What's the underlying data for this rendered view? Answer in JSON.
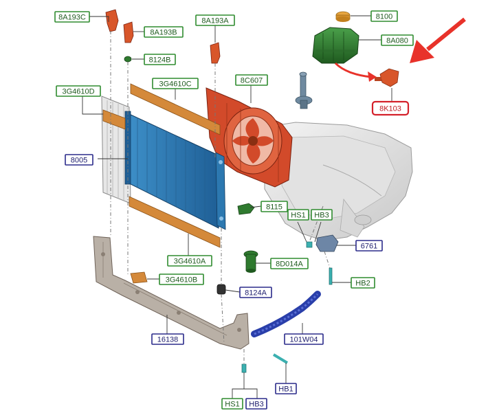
{
  "labels": [
    {
      "id": "8A193C",
      "text": "8A193C",
      "color": "green"
    },
    {
      "id": "8A193B",
      "text": "8A193B",
      "color": "green"
    },
    {
      "id": "8124B",
      "text": "8124B",
      "color": "green"
    },
    {
      "id": "8A193A",
      "text": "8A193A",
      "color": "green"
    },
    {
      "id": "8100",
      "text": "8100",
      "color": "green"
    },
    {
      "id": "8A080",
      "text": "8A080",
      "color": "green"
    },
    {
      "id": "3G4610D",
      "text": "3G4610D",
      "color": "green"
    },
    {
      "id": "3G4610C",
      "text": "3G4610C",
      "color": "green"
    },
    {
      "id": "8C607",
      "text": "8C607",
      "color": "green"
    },
    {
      "id": "8K103",
      "text": "8K103",
      "color": "red"
    },
    {
      "id": "8005",
      "text": "8005",
      "color": "blue"
    },
    {
      "id": "8115",
      "text": "8115",
      "color": "green"
    },
    {
      "id": "HS1_top",
      "text": "HS1",
      "color": "green"
    },
    {
      "id": "HB3_top",
      "text": "HB3",
      "color": "green"
    },
    {
      "id": "6761",
      "text": "6761",
      "color": "blue"
    },
    {
      "id": "3G4610A",
      "text": "3G4610A",
      "color": "green"
    },
    {
      "id": "8D014A",
      "text": "8D014A",
      "color": "green"
    },
    {
      "id": "3G4610B",
      "text": "3G4610B",
      "color": "green"
    },
    {
      "id": "HB2",
      "text": "HB2",
      "color": "green"
    },
    {
      "id": "8124A",
      "text": "8124A",
      "color": "blue"
    },
    {
      "id": "16138",
      "text": "16138",
      "color": "blue"
    },
    {
      "id": "101W04",
      "text": "101W04",
      "color": "blue"
    },
    {
      "id": "HB1",
      "text": "HB1",
      "color": "blue"
    },
    {
      "id": "HS1_bottom",
      "text": "HS1",
      "color": "green"
    },
    {
      "id": "HB3_bottom",
      "text": "HB3",
      "color": "blue"
    }
  ],
  "colors": {
    "label_green": "#2e8b2e",
    "label_blue": "#2a2a8a",
    "label_red": "#d4202a",
    "radiator": "#2f7fb8",
    "fan_shroud": "#d24a2a",
    "cooling_strip": "#d4893a",
    "reservoir": "#2f7a2f",
    "hose": "#2a3faa",
    "arrow": "#e8322a"
  }
}
